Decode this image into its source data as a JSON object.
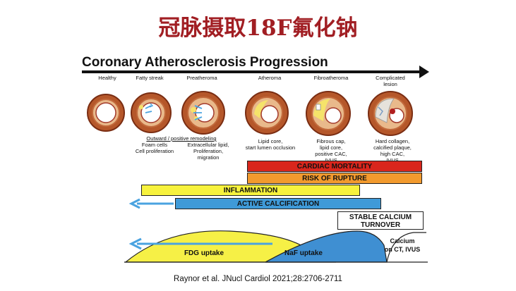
{
  "slide": {
    "title": "冠脉摄取18F氟化钠",
    "citation": "Raynor et al. JNucl Cardiol 2021;28:2706-2711"
  },
  "diagram": {
    "title": "Coronary Atherosclerosis Progression",
    "stages": [
      {
        "label": "Healthy"
      },
      {
        "label": "Fatty streak"
      },
      {
        "label": "Preatheroma"
      },
      {
        "label": "Atheroma"
      },
      {
        "label": "Fibroatheroma"
      },
      {
        "label": "Complicated lesion"
      }
    ],
    "descriptions": {
      "remodeling": "Outward / positive remodeling",
      "foam": "Foam cells\nCell proliferation",
      "extracellular": "Extracellular lipid,\nProliferation,\nmigration",
      "lipid_core": "Lipid core,\nstart lumen occlusion",
      "fibrous": "Fibrous cap,\nlipid core,\npositive CAC,\nIVUS",
      "hard": "Hard collagen,\ncalcified plaque,\nhigh CAC,\nIVUS"
    },
    "bars": {
      "cardiac_mortality": "CARDIAC MORTALITY",
      "risk_rupture": "RISK OF RUPTURE",
      "inflammation": "INFLAMMATION",
      "active_calcification": "ACTIVE CALCIFICATION",
      "stable_calcium": "STABLE CALCIUM\nTURNOVER"
    },
    "curves": {
      "fdg": "FDG uptake",
      "naf": "NaF uptake",
      "calcium": "Calcium\non CT, IVUS"
    },
    "colors": {
      "cardiac_mortality": "#d9261c",
      "risk_rupture": "#f29a2e",
      "inflammation": "#f7f23d",
      "active_calcification": "#3f9ad8",
      "fdg_fill": "#f6f046",
      "naf_fill": "#3f8fd2",
      "arrow_blue": "#4aa3e0"
    }
  }
}
